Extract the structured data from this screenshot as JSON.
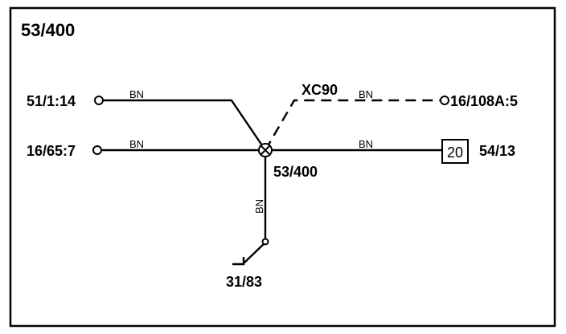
{
  "title": "53/400",
  "model_label": "XC90",
  "wire_color": "BN",
  "connectors": {
    "left_top": "51/1:14",
    "left_mid": "16/65:7",
    "right_top": "16/108A:5",
    "right_mid": "54/13",
    "bottom": "31/83",
    "splice": "53/400"
  },
  "fuse": {
    "number": "20"
  }
}
